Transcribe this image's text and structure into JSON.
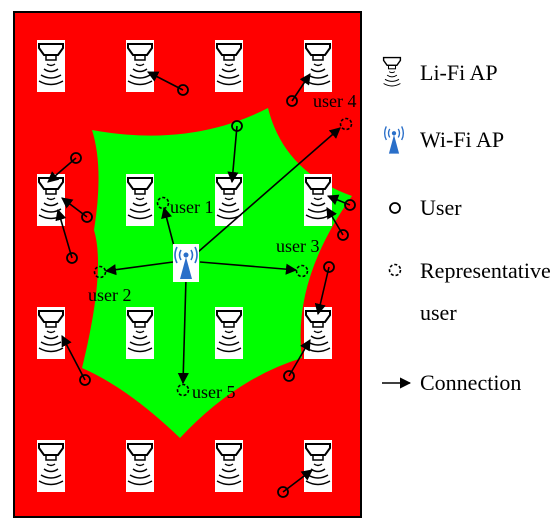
{
  "legend": {
    "lifi_ap": "Li-Fi AP",
    "wifi_ap": "Wi-Fi AP",
    "user": "User",
    "representative_user_line1": "Representative",
    "representative_user_line2": "user",
    "connection": "Connection"
  },
  "users": {
    "user1": "user 1",
    "user2": "user 2",
    "user3": "user 3",
    "user4": "user 4",
    "user5": "user 5"
  },
  "colors": {
    "lifi_region": "#ff0000",
    "wifi_region": "#00ff00",
    "frame": "#000000",
    "wifi_icon": "#2a6fc9"
  },
  "icons": {
    "lifi_ap": "lamp-icon",
    "wifi_ap": "antenna-icon"
  }
}
